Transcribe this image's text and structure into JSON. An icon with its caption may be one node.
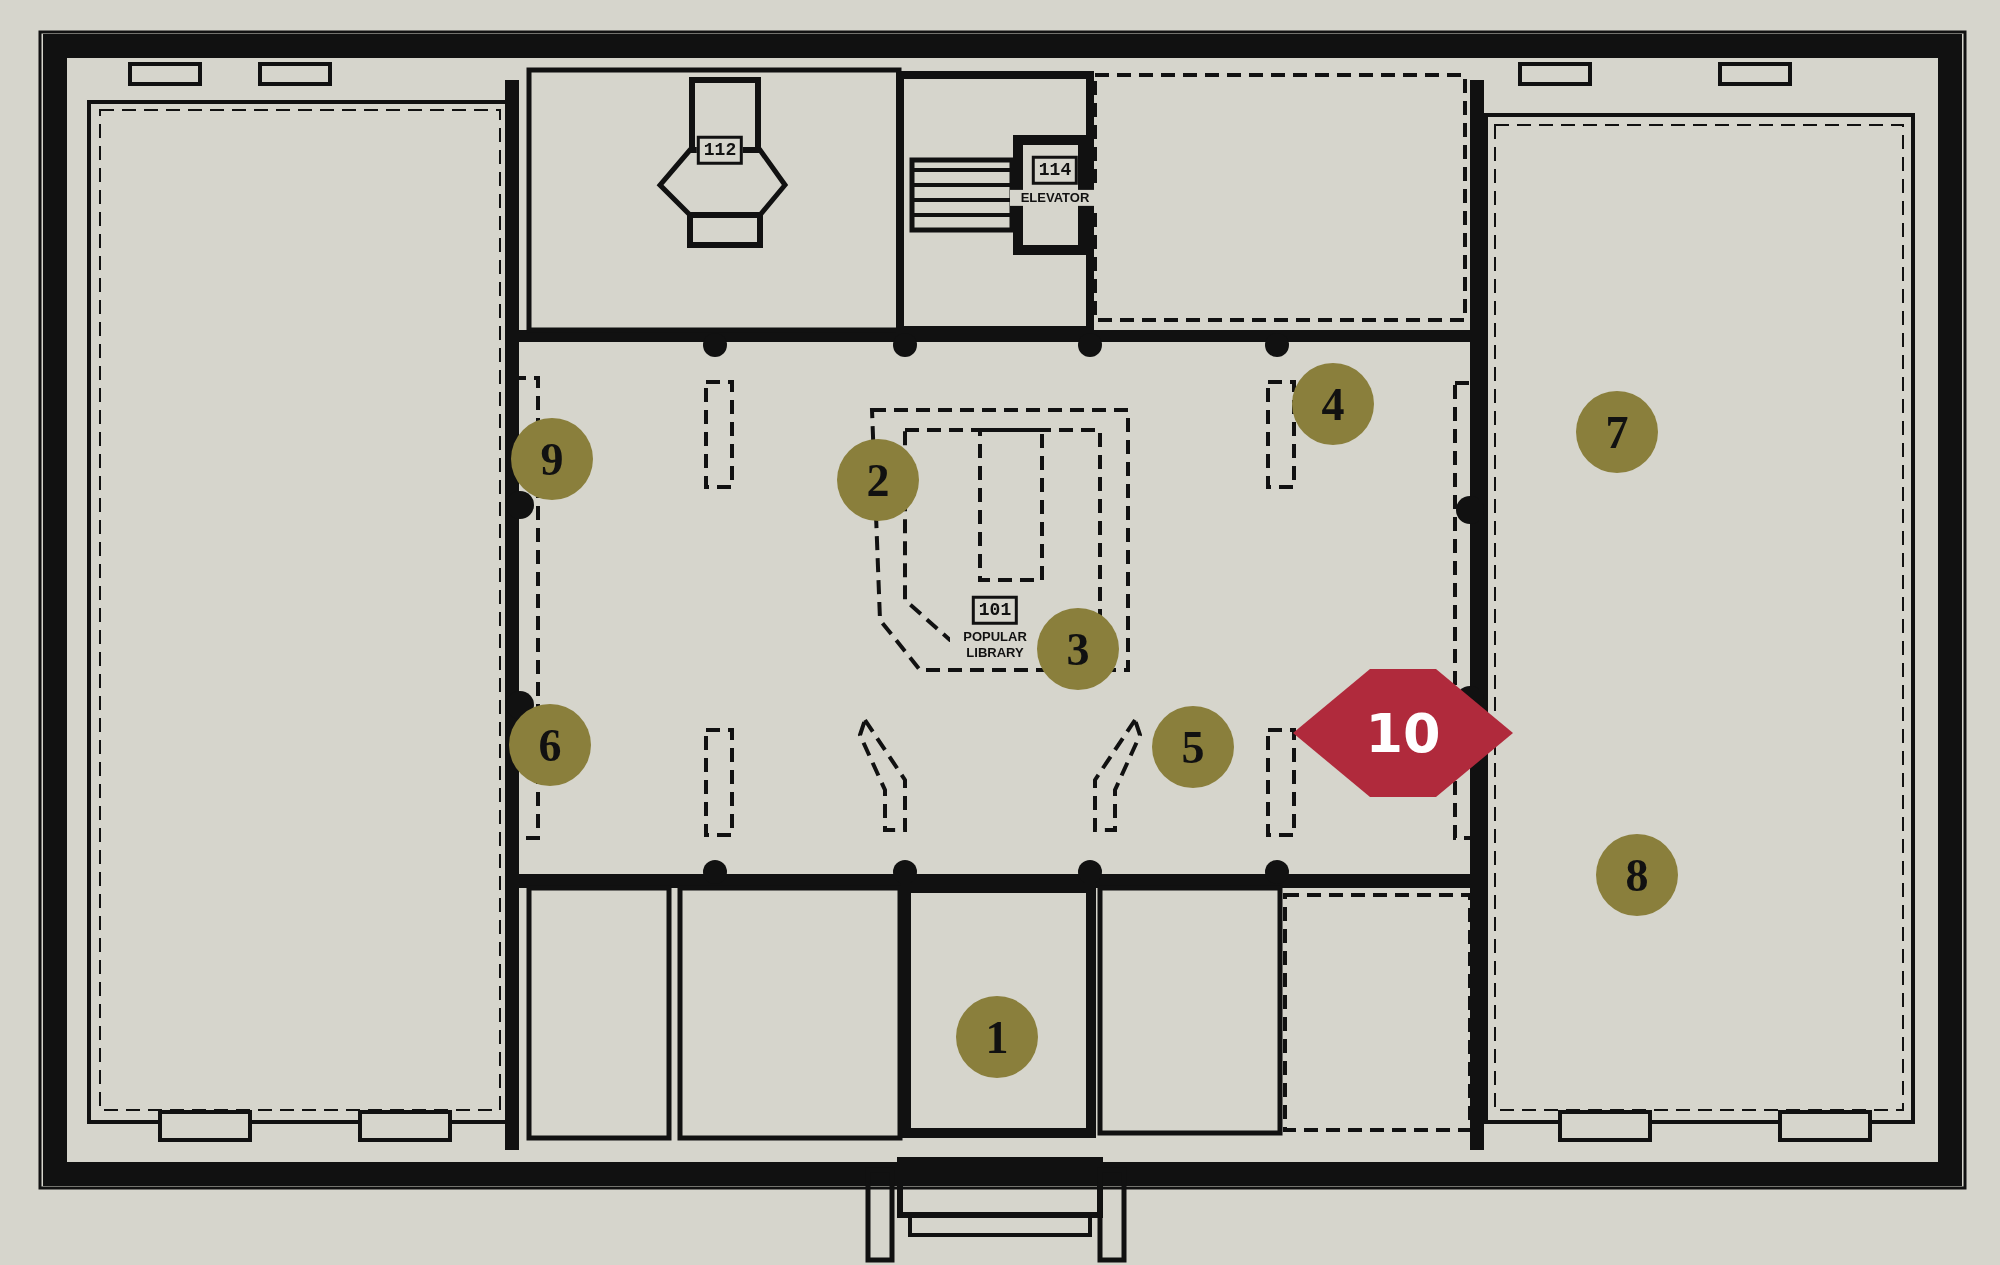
{
  "diagram": {
    "labels": [
      "112",
      "114",
      "ELEVATOR",
      "4",
      "7",
      "9",
      "2",
      "101",
      "POPULAR LIBRARY",
      "3",
      "5",
      "6",
      "10",
      "8",
      "1"
    ]
  }
}
